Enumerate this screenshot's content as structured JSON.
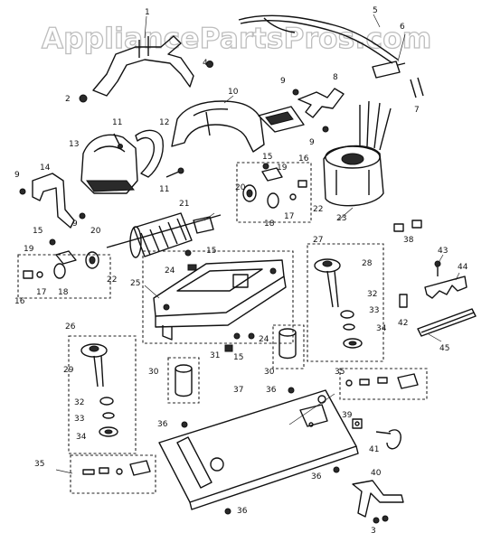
{
  "watermark": "AppliancePartsPros.com",
  "callouts": [
    {
      "id": "c1a",
      "text": "1"
    },
    {
      "id": "c2",
      "text": "2"
    },
    {
      "id": "c3",
      "text": "3"
    },
    {
      "id": "c4",
      "text": "4"
    },
    {
      "id": "c5",
      "text": "5"
    },
    {
      "id": "c6",
      "text": "6"
    },
    {
      "id": "c7",
      "text": "7"
    },
    {
      "id": "c8",
      "text": "8"
    },
    {
      "id": "c9a",
      "text": "9"
    },
    {
      "id": "c9b",
      "text": "9"
    },
    {
      "id": "c9c",
      "text": "9"
    },
    {
      "id": "c9d",
      "text": "9"
    },
    {
      "id": "c10",
      "text": "10"
    },
    {
      "id": "c11a",
      "text": "11"
    },
    {
      "id": "c11b",
      "text": "11"
    },
    {
      "id": "c12",
      "text": "12"
    },
    {
      "id": "c13",
      "text": "13"
    },
    {
      "id": "c14",
      "text": "14"
    },
    {
      "id": "c15a",
      "text": "15"
    },
    {
      "id": "c15b",
      "text": "15"
    },
    {
      "id": "c15c",
      "text": "15"
    },
    {
      "id": "c15d",
      "text": "15"
    },
    {
      "id": "c16a",
      "text": "16"
    },
    {
      "id": "c16b",
      "text": "16"
    },
    {
      "id": "c17a",
      "text": "17"
    },
    {
      "id": "c17b",
      "text": "17"
    },
    {
      "id": "c18a",
      "text": "18"
    },
    {
      "id": "c18b",
      "text": "18"
    },
    {
      "id": "c19a",
      "text": "19"
    },
    {
      "id": "c19b",
      "text": "19"
    },
    {
      "id": "c20a",
      "text": "20"
    },
    {
      "id": "c20b",
      "text": "20"
    },
    {
      "id": "c21",
      "text": "21"
    },
    {
      "id": "c22a",
      "text": "22"
    },
    {
      "id": "c22b",
      "text": "22"
    },
    {
      "id": "c23",
      "text": "23"
    },
    {
      "id": "c24a",
      "text": "24"
    },
    {
      "id": "c24b",
      "text": "24"
    },
    {
      "id": "c25",
      "text": "25"
    },
    {
      "id": "c26",
      "text": "26"
    },
    {
      "id": "c27",
      "text": "27"
    },
    {
      "id": "c28",
      "text": "28"
    },
    {
      "id": "c29",
      "text": "29"
    },
    {
      "id": "c30a",
      "text": "30"
    },
    {
      "id": "c30b",
      "text": "30"
    },
    {
      "id": "c31",
      "text": "31"
    },
    {
      "id": "c32a",
      "text": "32"
    },
    {
      "id": "c32b",
      "text": "32"
    },
    {
      "id": "c33a",
      "text": "33"
    },
    {
      "id": "c33b",
      "text": "33"
    },
    {
      "id": "c34a",
      "text": "34"
    },
    {
      "id": "c34b",
      "text": "34"
    },
    {
      "id": "c35a",
      "text": "35"
    },
    {
      "id": "c35b",
      "text": "35"
    },
    {
      "id": "c36a",
      "text": "36"
    },
    {
      "id": "c36b",
      "text": "36"
    },
    {
      "id": "c36c",
      "text": "36"
    },
    {
      "id": "c36d",
      "text": "36"
    },
    {
      "id": "c37",
      "text": "37"
    },
    {
      "id": "c38",
      "text": "38"
    },
    {
      "id": "c39",
      "text": "39"
    },
    {
      "id": "c40",
      "text": "40"
    },
    {
      "id": "c41",
      "text": "41"
    },
    {
      "id": "c42",
      "text": "42"
    },
    {
      "id": "c43",
      "text": "43"
    },
    {
      "id": "c44",
      "text": "44"
    },
    {
      "id": "c45",
      "text": "45"
    }
  ]
}
